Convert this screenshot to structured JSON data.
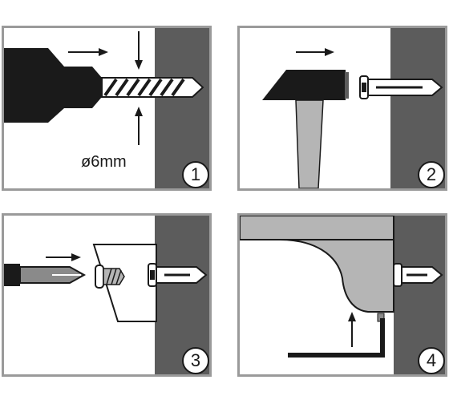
{
  "steps": [
    {
      "number": "1",
      "label": "ø6mm"
    },
    {
      "number": "2"
    },
    {
      "number": "3"
    },
    {
      "number": "4"
    }
  ],
  "colors": {
    "wall": "#5c5c5c",
    "border": "#9a9a9a",
    "ink": "#1a1a1a",
    "light_gray": "#b5b5b5",
    "mid_gray": "#8a8a8a"
  }
}
